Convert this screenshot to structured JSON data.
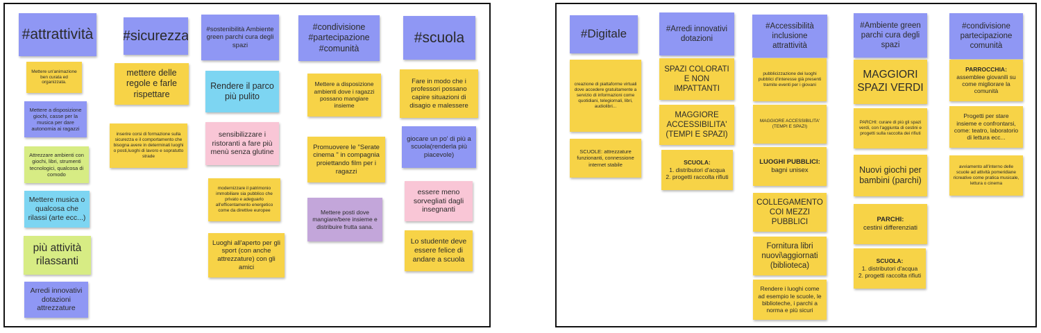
{
  "left_board": {
    "headers": {
      "attrattivita": "#attrattività",
      "sicurezza": "#sicurezza",
      "sostenibilita": "#sostenibilità Ambiente green parchi cura degli spazi",
      "condivisione": "#condivisione #partecipazione #comunità",
      "scuola": "#scuola"
    },
    "notes": {
      "attr_1": "Mettere un'animazione ben curata ed organizzata.",
      "attr_2": "Mettere a disposizione giochi, casse per la musica per dare autonomia ai ragazzi",
      "attr_3": "Attrezzare ambienti con giochi, libri, strumenti tecnologici, qualcosa di comodo",
      "attr_4": "Mettere musica o qualcosa che rilassi (arte ecc...)",
      "attr_5": "più attività rilassanti",
      "attr_6": "Arredi innovativi dotazioni attrezzature",
      "sic_1": "mettere delle regole e farle rispettare",
      "sic_2": "inserire corsi di formazione sulla sicurezza e il comportamento che bisogna avere in determinati luoghi o posti,luoghi di lavoro e sopratutto strade",
      "sost_1": "Rendere il parco più pulito",
      "sost_2": "sensibilizzare i ristoranti a fare più menù senza glutine",
      "sost_3": "modernizzare il patrimonio immobiliare sia pubblico che privato e adeguarlo all'efficentamento energetico come da direttive europee",
      "sost_4": "Luoghi all'aperto per gli sport (con anche attrezzature) con gli amici",
      "cond_1": "Mettere a disposizione ambienti dove i ragazzi possano mangiare insieme",
      "cond_2": "Promuovere le \"Serate cinema \" in compagnia proiettando film per i ragazzi",
      "cond_3": "Mettere posti dove mangiare/bere insieme e distribuire frutta sana.",
      "sc_1": "Fare in modo che i professori possano capire situazioni di disagio e malessere",
      "sc_2": "giocare un po' di più a scuola(renderla più piacevole)",
      "sc_3": "essere meno sorvegliati dagli insegnanti",
      "sc_4": "Lo studente deve essere felice di andare a scuola"
    }
  },
  "right_board": {
    "headers": {
      "digitale": "#Digitale",
      "arredi": "#Arredi innovativi dotazioni",
      "accessibilita": "#Accessibilità inclusione attrattività",
      "ambiente": "#Ambiente green parchi cura degli spazi",
      "condivisione": "#condivisione partecipazione comunità"
    },
    "notes": {
      "dig_1": "creazione di piattaforme virtuali dove accedere gratuitamente a servizio di informazioni come quotidiani, telegiornali, libri, audiolibri...",
      "dig_2": "SCUOLE: attrezzature funzionanti, connessione internet stabile",
      "arr_1": "SPAZI COLORATI E NON IMPATTANTI",
      "arr_2": "MAGGIORE ACCESSIBILITA' (TEMPI E SPAZI)",
      "arr_3_title": "SCUOLA:",
      "arr_3_item1": "1. distributori d'acqua",
      "arr_3_item2": "2. progetti raccolta rifiuti",
      "acc_1": "pubblicizzazione dei luoghi pubblici d'interesse già presenti tramite eventi per i giovani",
      "acc_2": "MAGGIORE ACCESSIBILITA' (TEMPI E SPAZI)",
      "acc_3_title": "LUOGHI PUBBLICI:",
      "acc_3_body": "bagni unisex",
      "acc_4": "COLLEGAMENTO COI MEZZI PUBBLICI",
      "acc_5": "Fornitura libri nuovi\\aggiornati (biblioteca)",
      "acc_6": "Rendere i luoghi come ad esempio le scuole, le biblioteche, i parchi a norma e più sicuri",
      "amb_1": "MAGGIORI SPAZI VERDI",
      "amb_2": "PARCHI: curare di più gli spazi verdi, con l'aggiunta di cestini e progetti sulla raccolta dei rifiuti",
      "amb_3": "Nuovi giochi per bambini (parchi)",
      "amb_4_title": "PARCHI:",
      "amb_4_body": "cestini differenziati",
      "amb_5_title": "SCUOLA:",
      "amb_5_item1": "1. distributori d'acqua",
      "amb_5_item2": "2. progetti raccolta rifiuti",
      "con_1_title": "PARROCCHIA:",
      "con_1_body": "assemblee giovanili su come migliorare la comunità",
      "con_2": "Progetti per stare insieme e confrontarsi, come: teatro, laboratorio di lettura ecc...",
      "con_3": "avviamento all'interno delle scuole ad attività pomeridiane ricreative come pratica musicale, lettura o cinema"
    }
  }
}
